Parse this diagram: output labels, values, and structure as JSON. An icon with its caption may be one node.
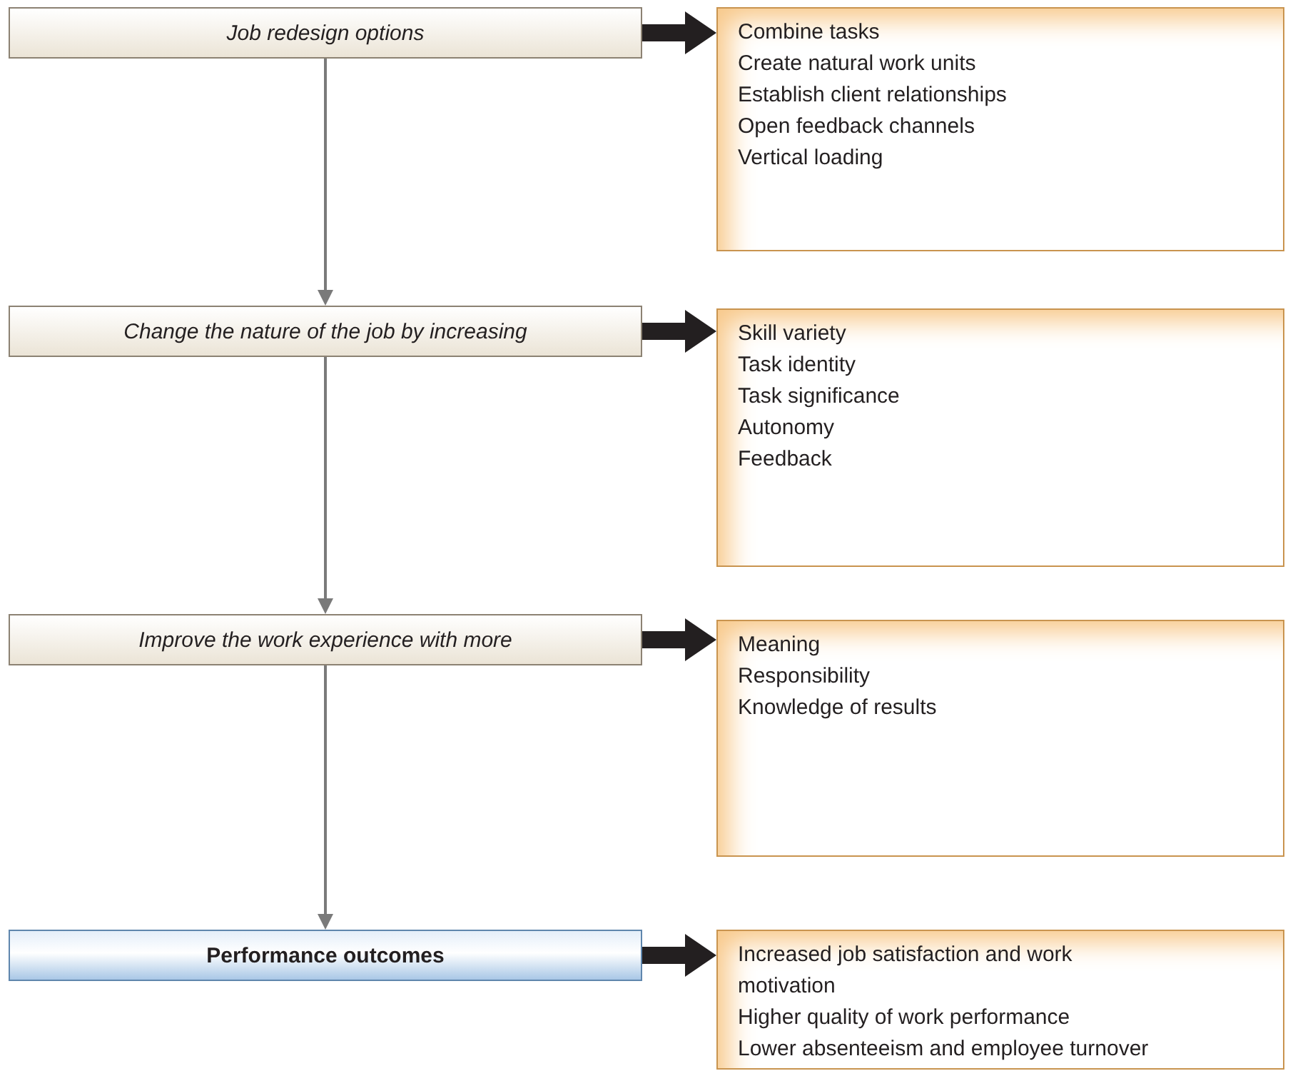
{
  "diagram": {
    "nodes": [
      {
        "text": [
          "Job redesign options"
        ]
      },
      {
        "text": [
          "Combine tasks",
          "Create natural work units",
          "Establish client relationships",
          "Open feedback channels",
          "Vertical loading"
        ]
      },
      {
        "text": [
          "Change the nature of the job by increasing"
        ]
      },
      {
        "text": [
          "Skill variety",
          "Task identity",
          "Task significance",
          "Autonomy",
          "Feedback"
        ]
      },
      {
        "text": [
          "Improve the work experience with more"
        ]
      },
      {
        "text": [
          "Meaning",
          "Responsibility",
          "Knowledge of results"
        ]
      },
      {
        "text": [
          "Performance outcomes"
        ]
      },
      {
        "text": [
          "Increased job satisfaction and work motivation",
          "Higher quality of work performance",
          "Lower absenteeism and employee turnover"
        ]
      }
    ],
    "edges": [
      {
        "from": 0,
        "to": 1,
        "arrow": "to"
      },
      {
        "from": 0,
        "to": 2,
        "arrow": "to",
        "color": "#7a7a7a"
      },
      {
        "from": 2,
        "to": 3,
        "arrow": "to"
      },
      {
        "from": 2,
        "to": 4,
        "arrow": "to",
        "color": "#7a7a7a"
      },
      {
        "from": 4,
        "to": 5,
        "arrow": "to"
      },
      {
        "from": 4,
        "to": 6,
        "arrow": "to",
        "color": "#7a7a7a"
      },
      {
        "from": 6,
        "to": 7,
        "arrow": "to"
      }
    ]
  }
}
